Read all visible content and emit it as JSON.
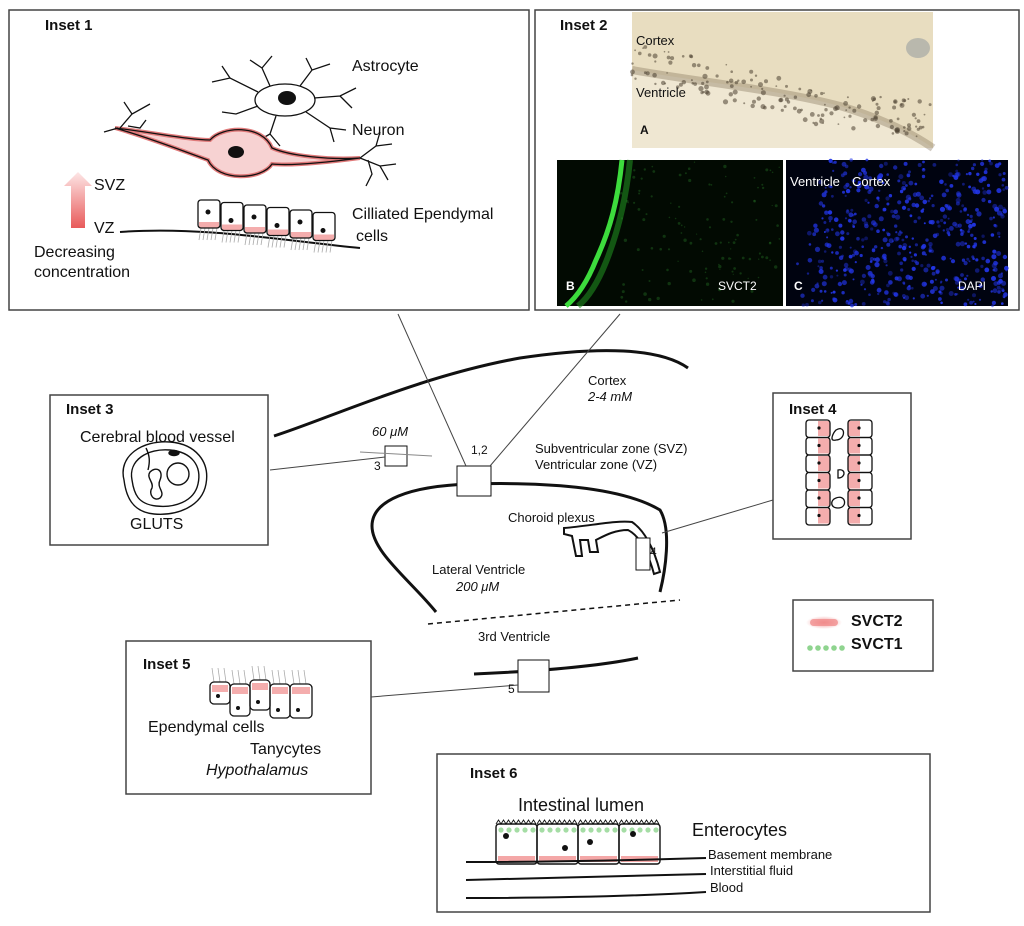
{
  "colors": {
    "svct2": "#f08a8a",
    "svct1": "#8fd48f",
    "dapi": "#1a2bd6",
    "svct2_stain": "#35c935",
    "brightfield": "#e7dcbf"
  },
  "inset1": {
    "title": "Inset 1",
    "astrocyte": "Astrocyte",
    "neuron": "Neuron",
    "svz": "SVZ",
    "vz": "VZ",
    "ependymal_line1": "Cilliated Ependymal",
    "ependymal_line2": "cells",
    "decreasing_line1": "Decreasing",
    "decreasing_line2": "concentration"
  },
  "inset2": {
    "title": "Inset 2",
    "cortex": "Cortex",
    "ventricle": "Ventricle",
    "panel_a": "A",
    "panel_b": "B",
    "panel_c": "C",
    "svct2": "SVCT2",
    "dapi": "DAPI",
    "ventricle_c": "Ventricle",
    "cortex_c": "Cortex"
  },
  "inset3": {
    "title": "Inset 3",
    "vessel": "Cerebral blood vessel",
    "gluts": "GLUTS"
  },
  "inset4": {
    "title": "Inset 4"
  },
  "inset5": {
    "title": "Inset 5",
    "ependymal": "Ependymal cells",
    "tanycytes": "Tanycytes",
    "hypothalamus": "Hypothalamus"
  },
  "inset6": {
    "title": "Inset 6",
    "lumen": "Intestinal lumen",
    "enterocytes": "Enterocytes",
    "basement": "Basement membrane",
    "interstitial": "Interstitial fluid",
    "blood": "Blood"
  },
  "brain": {
    "cortex": "Cortex",
    "cortex_conc": "2-4 mM",
    "svz": "Subventricular zone (SVZ)",
    "vz": "Ventricular zone (VZ)",
    "choroid": "Choroid plexus",
    "lateral": "Lateral Ventricle",
    "lateral_conc": "200 μM",
    "third": "3rd Ventricle",
    "vessel_conc": "60 μM",
    "marker_12": "1,2",
    "marker_3": "3",
    "marker_4": "4",
    "marker_5": "5"
  },
  "legend": {
    "svct2": "SVCT2",
    "svct1": "SVCT1"
  }
}
